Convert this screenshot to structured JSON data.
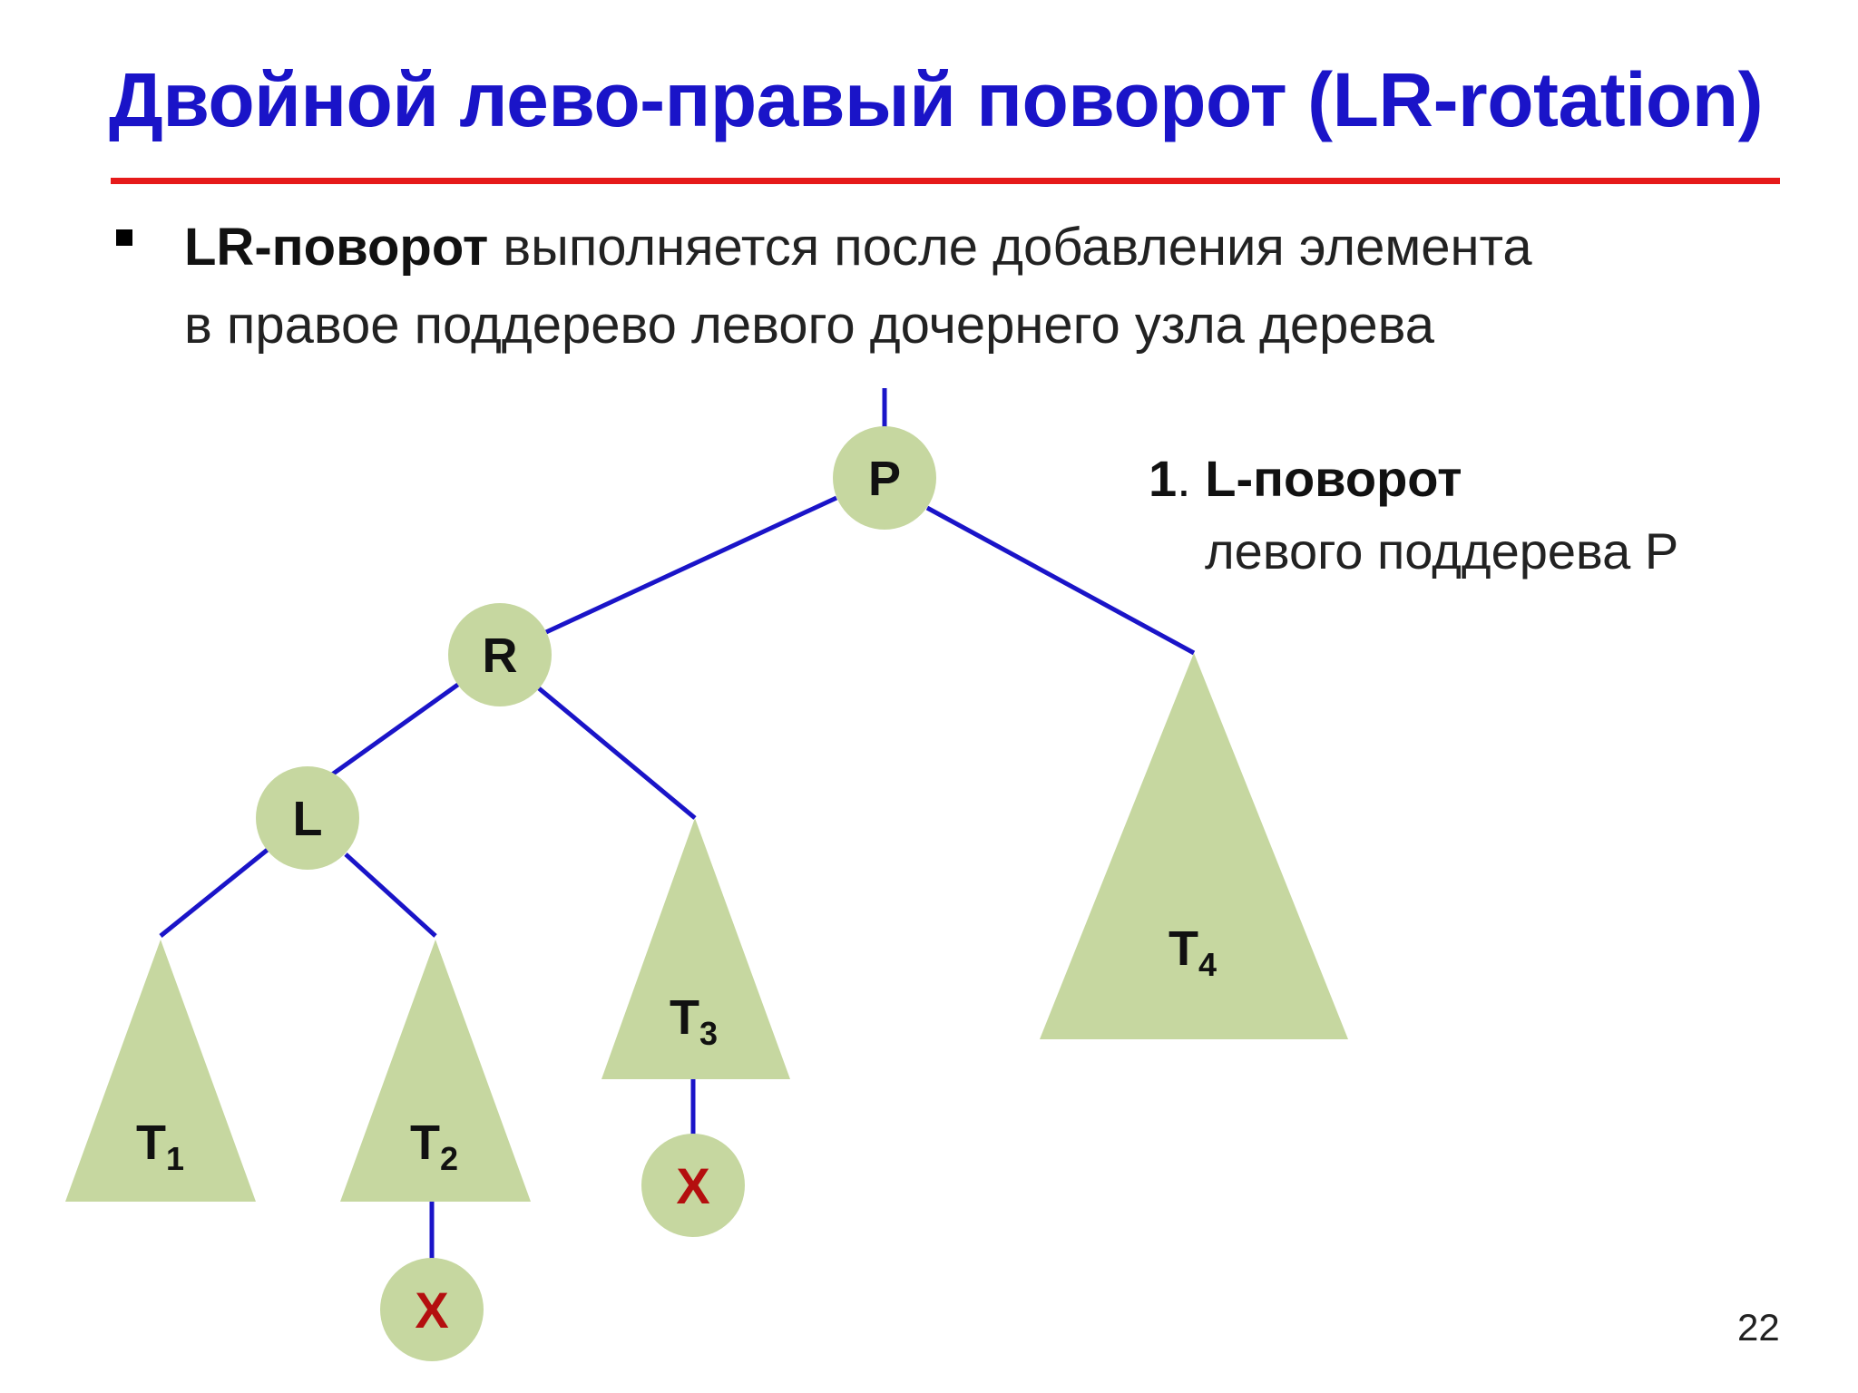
{
  "slide": {
    "title": "Двойной лево-правый поворот (LR-rotation)",
    "bullet": {
      "bold": "LR-поворот",
      "text_line1": " выполняется после добавления элемента",
      "text_line2": "в правое поддерево левого дочернего узла дерева"
    },
    "step": {
      "number": "1",
      "separator": ". ",
      "title": "L-поворот",
      "subtitle": "левого поддерева P"
    },
    "page_number": "22"
  },
  "colors": {
    "title": "#1a14c8",
    "rule": "#e61a1a",
    "edge": "#1a14c8",
    "node_fill": "#c6d7a0",
    "x_text": "#b40f0f"
  },
  "tree": {
    "nodes": {
      "P": "P",
      "R": "R",
      "L": "L",
      "X1": "X",
      "X2": "X"
    },
    "subtrees": {
      "T1": {
        "base": "T",
        "sub": "1"
      },
      "T2": {
        "base": "T",
        "sub": "2"
      },
      "T3": {
        "base": "T",
        "sub": "3"
      },
      "T4": {
        "base": "T",
        "sub": "4"
      }
    }
  }
}
